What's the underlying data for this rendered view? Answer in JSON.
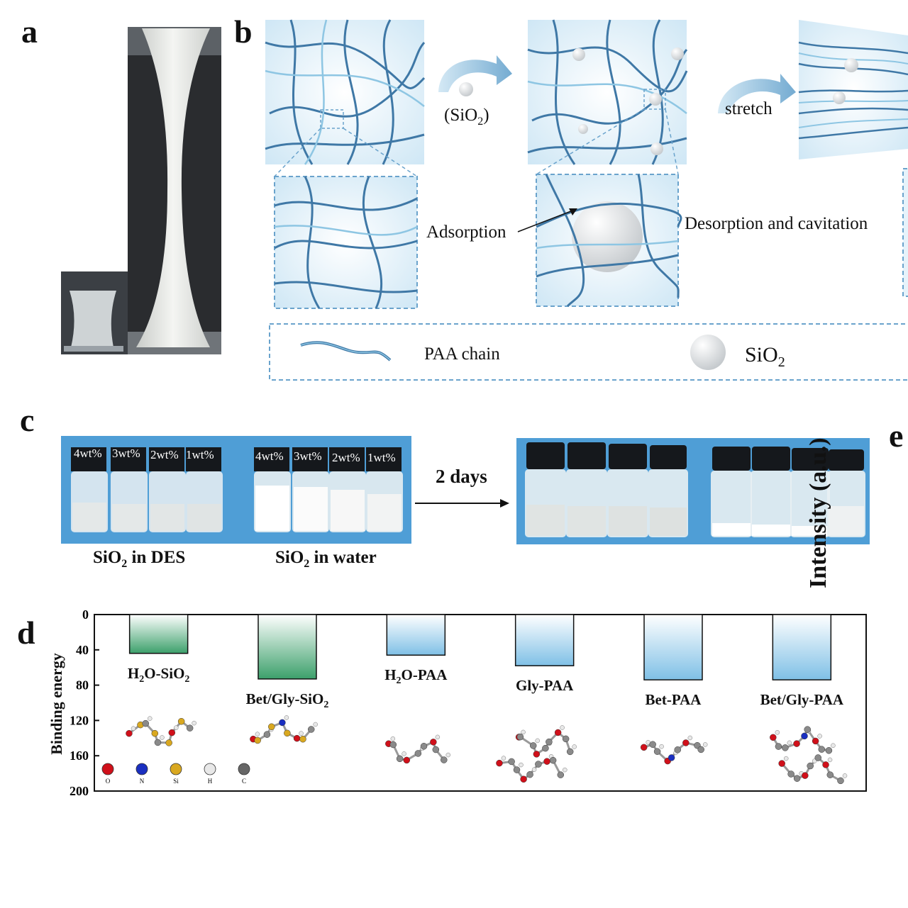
{
  "panels": {
    "a": "a",
    "b": "b",
    "c": "c",
    "d": "d",
    "e": "e"
  },
  "panel_b": {
    "sio2_step_label": "(SiO",
    "sio2_sub": "2",
    "sio2_close": ")",
    "stretch_label": "stretch",
    "adsorption_label": "Adsorption",
    "desorption_label": "Desorption and cavitation",
    "legend": {
      "chain_label": "PAA chain",
      "sio2_label": "SiO",
      "sio2_sub": "2"
    },
    "colors": {
      "chain": "#3f78a6",
      "chain_light": "#8ec6e3",
      "frame": "#6aa3cc",
      "bg": "#e6f3fb"
    }
  },
  "panel_c": {
    "left_vials": [
      "4wt%",
      "3wt%",
      "2wt%",
      "1wt%"
    ],
    "right_vials": [
      "4wt%",
      "3wt%",
      "2wt%",
      "1wt%"
    ],
    "arrow_label": "2 days",
    "caption_des": "SiO",
    "caption_des_sub": "2",
    "caption_des_rest": " in DES",
    "caption_water": "SiO",
    "caption_water_sub": "2",
    "caption_water_rest": " in water"
  },
  "panel_e": {
    "ylabel_fragment": "Intensity (a.u.)"
  },
  "chart_data": {
    "type": "bar",
    "ylabel": "Binding energy",
    "ylim": [
      0,
      200
    ],
    "y_ticks": [
      0,
      40,
      80,
      120,
      160,
      200
    ],
    "inverted": true,
    "categories": [
      "H2O-SiO2",
      "Bet/Gly-SiO2",
      "H2O-PAA",
      "Gly-PAA",
      "Bet-PAA",
      "Bet/Gly-PAA"
    ],
    "category_labels": [
      {
        "a": "H",
        "sub1": "2",
        "b": "O-SiO",
        "sub2": "2",
        "c": ""
      },
      {
        "a": "Bet/Gly-SiO",
        "sub1": "2",
        "b": "",
        "sub2": "",
        "c": ""
      },
      {
        "a": "H",
        "sub1": "2",
        "b": "O-PAA",
        "sub2": "",
        "c": ""
      },
      {
        "a": "Gly-PAA",
        "sub1": "",
        "b": "",
        "sub2": "",
        "c": ""
      },
      {
        "a": "Bet-PAA",
        "sub1": "",
        "b": "",
        "sub2": "",
        "c": ""
      },
      {
        "a": "Bet/Gly-PAA",
        "sub1": "",
        "b": "",
        "sub2": "",
        "c": ""
      }
    ],
    "values": [
      44,
      73,
      46,
      58,
      74,
      74
    ],
    "bar_colors": [
      "green",
      "green",
      "blue",
      "blue",
      "blue",
      "blue"
    ],
    "atom_legend": [
      {
        "symbol": "O",
        "color": "#d0101a"
      },
      {
        "symbol": "N",
        "color": "#1a2fc0"
      },
      {
        "symbol": "Si",
        "color": "#d9a820"
      },
      {
        "symbol": "H",
        "color": "#e8e8e8"
      },
      {
        "symbol": "C",
        "color": "#666666"
      }
    ],
    "grid": false
  }
}
